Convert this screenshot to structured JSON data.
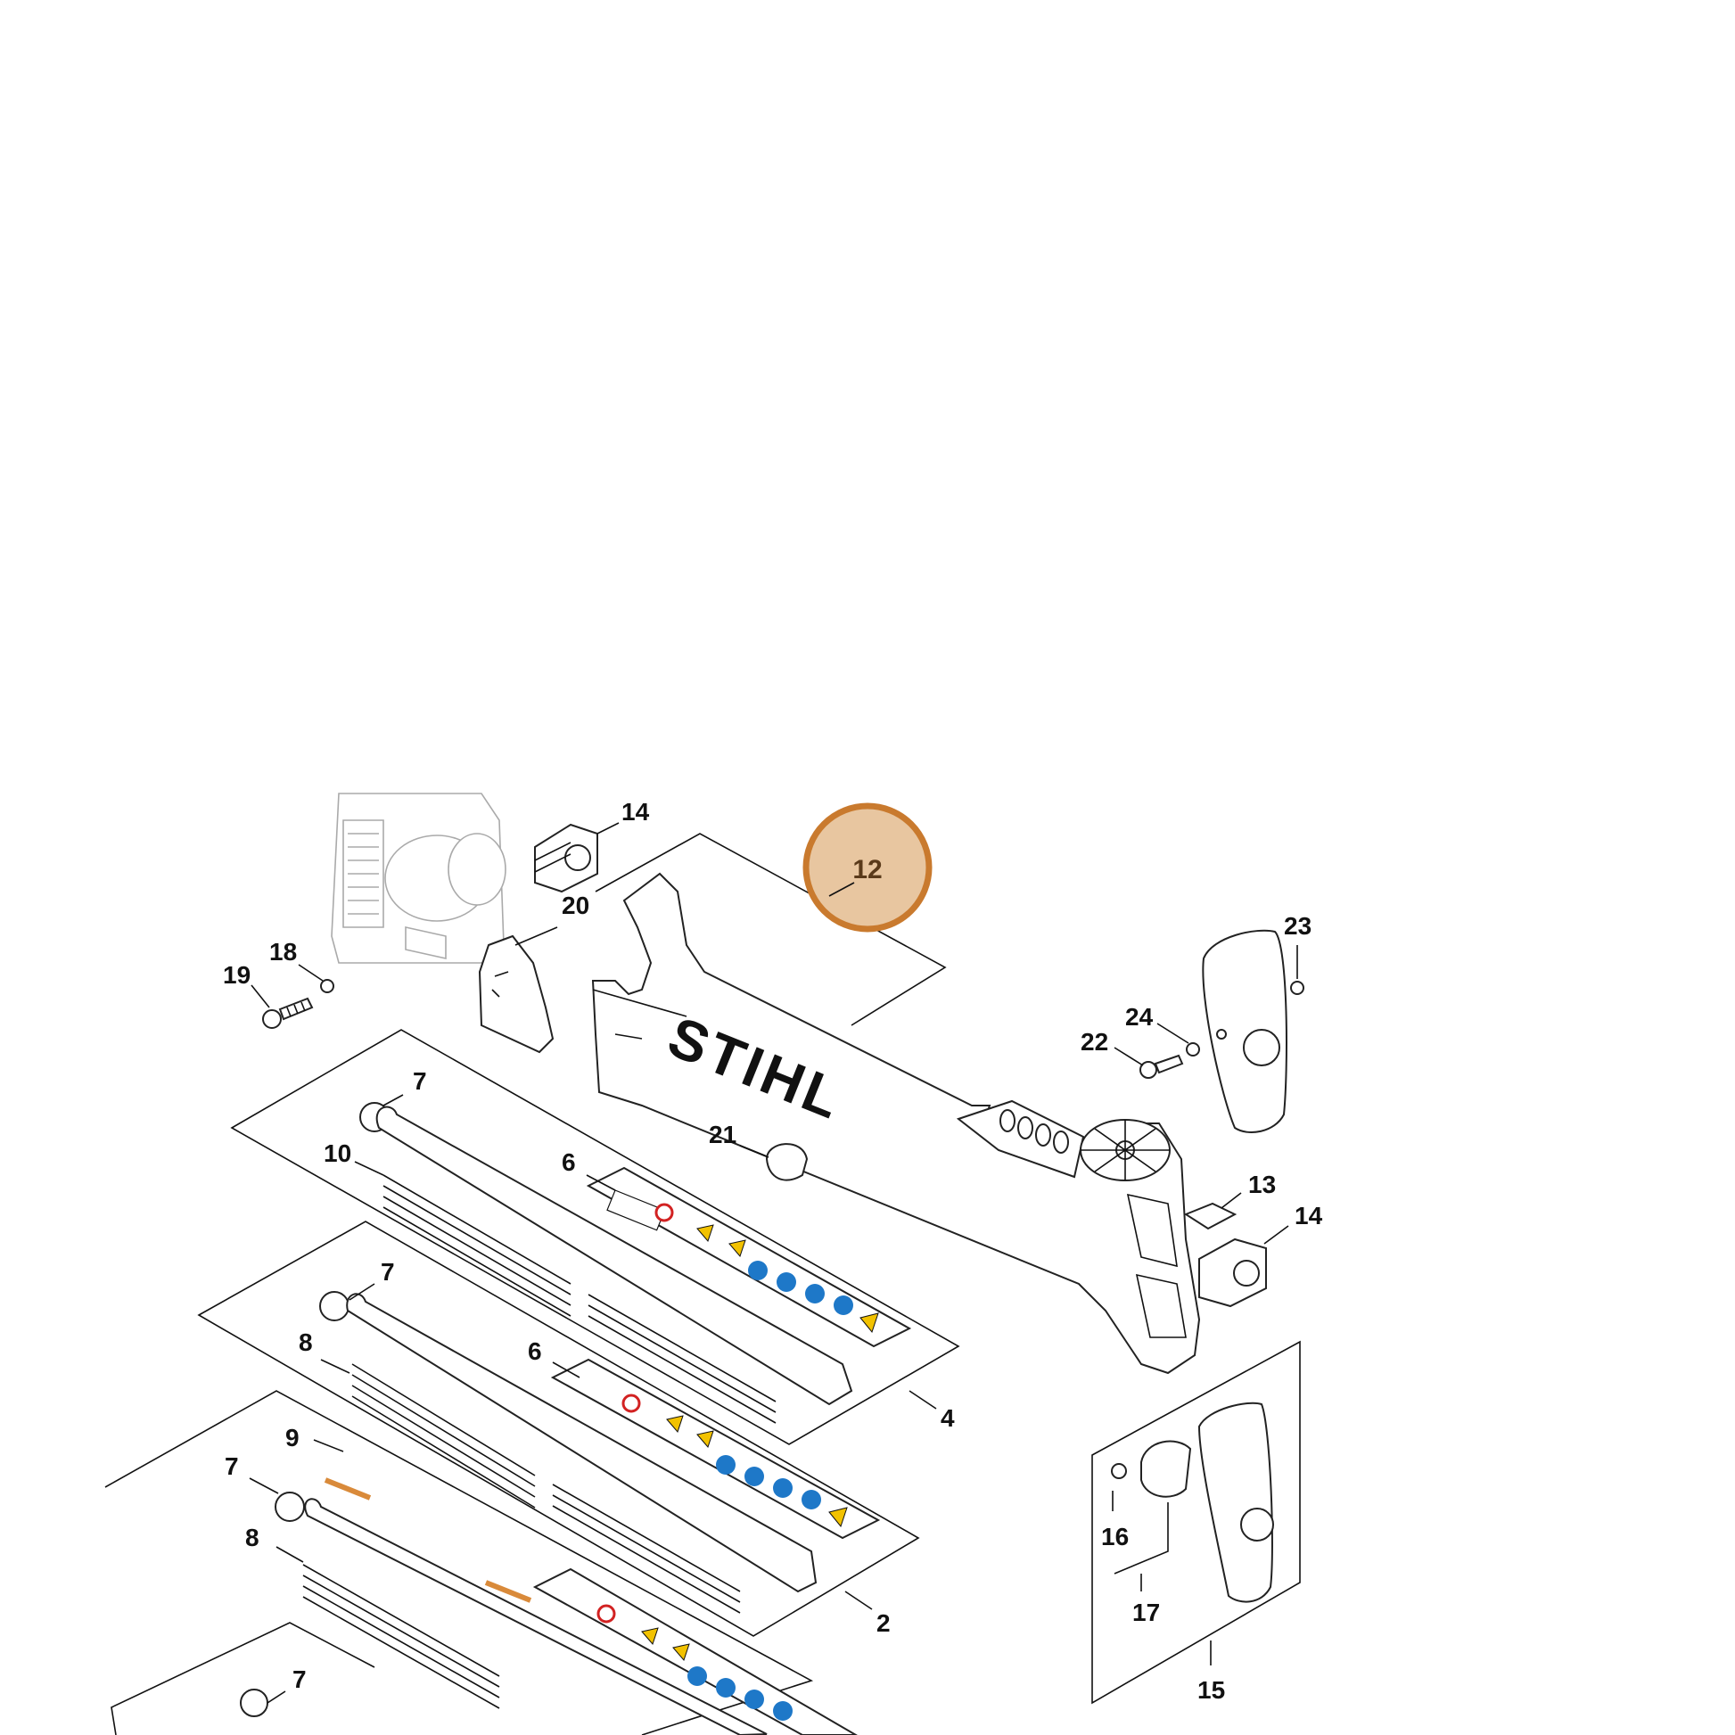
{
  "highlight": {
    "label": "12",
    "fill": "#e8c6a0",
    "stroke": "#c97a2e"
  },
  "brand": "STIHL",
  "callouts": [
    "14",
    "20",
    "18",
    "19",
    "23",
    "24",
    "22",
    "7",
    "10",
    "21",
    "6",
    "13",
    "14",
    "7",
    "8",
    "6",
    "4",
    "9",
    "7",
    "8",
    "2",
    "16",
    "17",
    "7",
    "15"
  ],
  "colors": {
    "sign_blue": "#1e78c8",
    "sign_yellow": "#f2c200",
    "sign_red": "#d22222",
    "strip_orange": "#d98a3a"
  }
}
